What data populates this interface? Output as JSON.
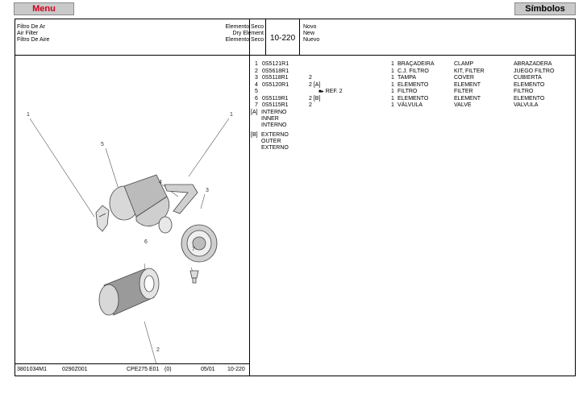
{
  "toolbar": {
    "menu_label": "Menu",
    "symbols_label": "Símbolos"
  },
  "header": {
    "title_pt": "Filtro De Ar",
    "title_en": "Air Filter",
    "title_es": "Filtro De Aire",
    "subtitle_pt": "Elemento Seco",
    "subtitle_en": "Dry Element",
    "subtitle_es": "Elemento Seco",
    "page_code": "10-220",
    "status_pt": "Novo",
    "status_en": "New",
    "status_es": "Nuevo"
  },
  "parts": [
    {
      "item": "1",
      "part_no": "0S5121R1",
      "qty_note": "",
      "qty": "1",
      "pt": "BRAÇADEIRA",
      "en": "CLAMP",
      "es": "ABRAZADERA"
    },
    {
      "item": "2",
      "part_no": "0S5618R1",
      "qty_note": "",
      "qty": "1",
      "pt": "C.J. FILTRO",
      "en": "KIT, FILTER",
      "es": "JUEGO FILTRO"
    },
    {
      "item": "3",
      "part_no": "0S5118R1",
      "qty_note": "2",
      "qty": "1",
      "pt": "TAMPA",
      "en": "COVER",
      "es": "CUBIERTA"
    },
    {
      "item": "4",
      "part_no": "0S5120R1",
      "qty_note": "2 [A]",
      "qty": "1",
      "pt": "ELEMENTO",
      "en": "ELEMENT",
      "es": "ELEMENTO"
    },
    {
      "item": "5",
      "part_no": "",
      "qty_note": "REF. 2",
      "qty": "1",
      "pt": "FILTRO",
      "en": "FILTER",
      "es": "FILTRO"
    },
    {
      "item": "6",
      "part_no": "0S5119R1",
      "qty_note": "2 [B]",
      "qty": "1",
      "pt": "ELEMENTO",
      "en": "ELEMENT",
      "es": "ELEMENTO"
    },
    {
      "item": "7",
      "part_no": "0S5115R1",
      "qty_note": "2",
      "qty": "1",
      "pt": "VÁLVULA",
      "en": "VALVE",
      "es": "VALVULA"
    }
  ],
  "notes": {
    "a_tag": "[A]",
    "a_pt": "INTERNO",
    "a_en": "INNER",
    "a_es": "INTERNO",
    "b_tag": "[B]",
    "b_pt": "EXTERNO",
    "b_en": "OUTER",
    "b_es": "EXTERNO"
  },
  "footer": {
    "doc_no": "3801034M1",
    "code": "0290Z001",
    "model": "CPE275",
    "edition": "E01",
    "rev": "(0)",
    "date": "05/01",
    "page": "10-220"
  },
  "callouts": [
    "1",
    "1",
    "5",
    "4",
    "3",
    "6",
    "7",
    "2"
  ],
  "colors": {
    "menu_text": "#d0001b",
    "button_bg": "#c9c9c9",
    "line": "#000000"
  }
}
